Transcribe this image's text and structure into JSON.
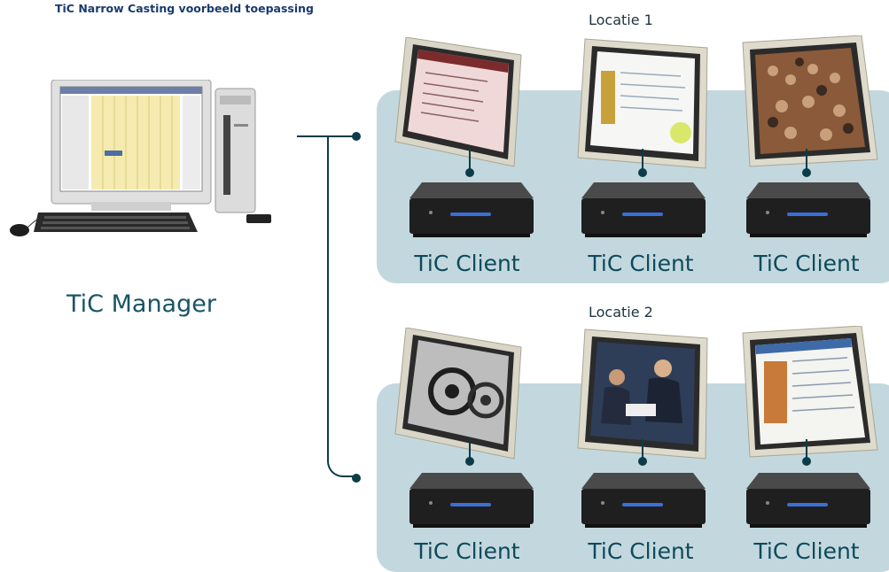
{
  "title": "TiC Narrow Casting voorbeeld toepassing",
  "manager": {
    "label": "TiC Manager"
  },
  "locations": [
    {
      "label": "Locatie 1",
      "clients": [
        {
          "label": "TiC Client",
          "screen": "document-screen"
        },
        {
          "label": "TiC Client",
          "screen": "webpage-screen"
        },
        {
          "label": "TiC Client",
          "screen": "crowd-photo-screen"
        }
      ]
    },
    {
      "label": "Locatie 2",
      "clients": [
        {
          "label": "TiC Client",
          "screen": "film-reel-screen"
        },
        {
          "label": "TiC Client",
          "screen": "business-meeting-screen"
        },
        {
          "label": "TiC Client",
          "screen": "webpage-screen"
        }
      ]
    }
  ],
  "colors": {
    "panel": "#c3d8de",
    "connector": "#0b3c49",
    "title": "#1a3a6e",
    "client_label": "#0e4a5c"
  }
}
